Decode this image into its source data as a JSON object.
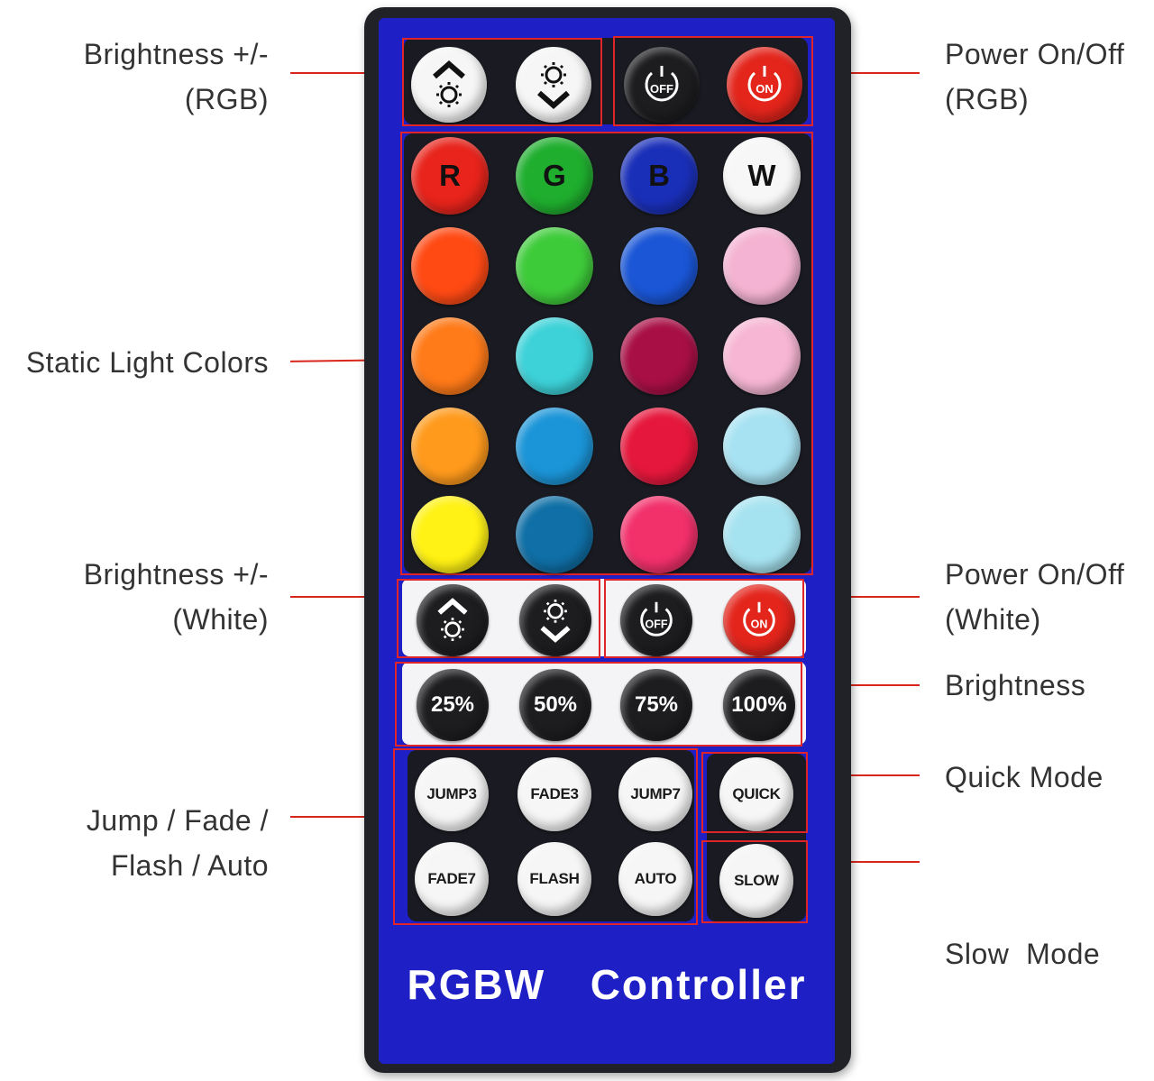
{
  "callouts": {
    "brightness_rgb": {
      "line1": "Brightness +/-",
      "line2": "(RGB)"
    },
    "power_rgb": {
      "line1": "Power On/Off",
      "line2": "(RGB)"
    },
    "static_colors": {
      "line1": "Static Light Colors"
    },
    "brightness_white": {
      "line1": "Brightness +/-",
      "line2": "(White)"
    },
    "power_white": {
      "line1": "Power On/Off",
      "line2": "(White)"
    },
    "brightness": {
      "line1": "Brightness"
    },
    "quick_mode": {
      "line1": "Quick Mode"
    },
    "slow_mode": {
      "line1": "Slow  Mode"
    },
    "jump_fade": {
      "line1": "Jump / Fade /",
      "line2": "Flash / Auto"
    }
  },
  "remote": {
    "brand": "RGBW  Controller",
    "power_rgb": {
      "off": "OFF",
      "on": "ON"
    },
    "power_white": {
      "off": "OFF",
      "on": "ON"
    },
    "color_rows": [
      [
        {
          "label": "R",
          "color": "#e8241c",
          "text": "#111111"
        },
        {
          "label": "G",
          "color": "#1fae2e",
          "text": "#111111"
        },
        {
          "label": "B",
          "color": "#1a2fb8",
          "text": "#111111"
        },
        {
          "label": "W",
          "color": "#f7f7f7",
          "text": "#111111"
        }
      ],
      [
        {
          "label": "",
          "color": "#ff4a14"
        },
        {
          "label": "",
          "color": "#3ecb3a"
        },
        {
          "label": "",
          "color": "#1a56d6"
        },
        {
          "label": "",
          "color": "#f4b3d2"
        }
      ],
      [
        {
          "label": "",
          "color": "#ff7a18"
        },
        {
          "label": "",
          "color": "#3cd2d8"
        },
        {
          "label": "",
          "color": "#a80f45"
        },
        {
          "label": "",
          "color": "#f7b6d3"
        }
      ],
      [
        {
          "label": "",
          "color": "#ff9a1c"
        },
        {
          "label": "",
          "color": "#1b95d8"
        },
        {
          "label": "",
          "color": "#e5173c"
        },
        {
          "label": "",
          "color": "#a7e2f2"
        }
      ],
      [
        {
          "label": "",
          "color": "#fff214"
        },
        {
          "label": "",
          "color": "#0f6fa6"
        },
        {
          "label": "",
          "color": "#f2306a"
        },
        {
          "label": "",
          "color": "#a6e3f0"
        }
      ]
    ],
    "brightness_levels": [
      "25%",
      "50%",
      "75%",
      "100%"
    ],
    "modes": [
      "JUMP3",
      "FADE3",
      "JUMP7",
      "FADE7",
      "FLASH",
      "AUTO"
    ],
    "quick": "QUICK",
    "slow": "SLOW"
  }
}
